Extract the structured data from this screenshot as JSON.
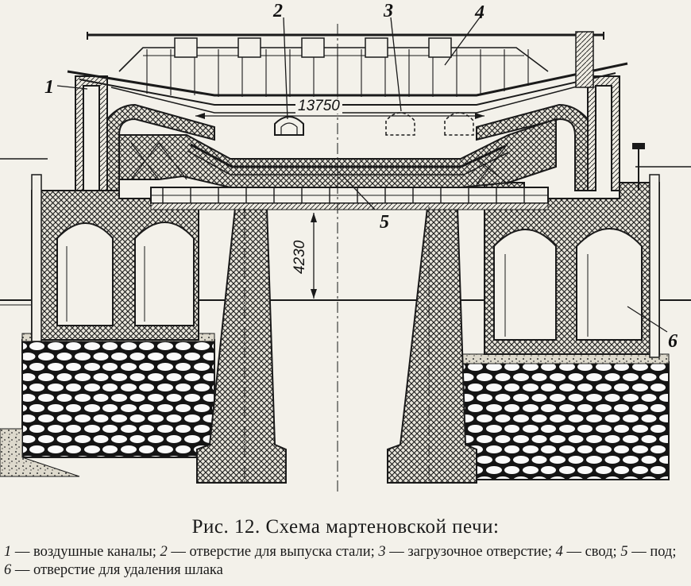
{
  "callouts": [
    "1",
    "2",
    "3",
    "4",
    "5",
    "6"
  ],
  "dimensions": {
    "hearth_length": "13750",
    "height": "4230"
  },
  "caption": {
    "title": "Рис. 12. Схема мартеновской печи:",
    "legend": [
      {
        "num": "1",
        "text": " — воздушные каналы; "
      },
      {
        "num": "2",
        "text": " — отверстие для выпуска стали; "
      },
      {
        "num": "3",
        "text": " — загрузочное отверстие; "
      },
      {
        "num": "4",
        "text": " — свод; "
      },
      {
        "num": "5",
        "text": " — под; "
      },
      {
        "num": "6",
        "text": " — отверстие для удаления шлака"
      }
    ]
  },
  "colors": {
    "ink": "#1a1a1a",
    "paper": "#f3f1ea",
    "stone_fill": "#ffffff"
  }
}
